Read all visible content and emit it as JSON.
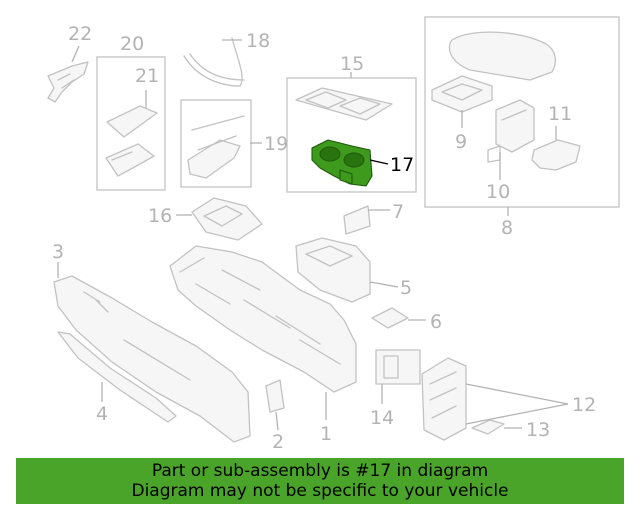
{
  "callouts": {
    "c1": "1",
    "c2": "2",
    "c3": "3",
    "c4": "4",
    "c5": "5",
    "c6": "6",
    "c7": "7",
    "c8": "8",
    "c9": "9",
    "c10": "10",
    "c11": "11",
    "c12": "12",
    "c13": "13",
    "c14": "14",
    "c15": "15",
    "c16": "16",
    "c17": "17",
    "c18": "18",
    "c19": "19",
    "c20": "20",
    "c21": "21",
    "c22": "22"
  },
  "highlighted_part": "17",
  "colors": {
    "highlight": "#3d9a1c",
    "banner": "#4aa42a",
    "line": "#c2c2c2"
  },
  "banner": {
    "line1": "Part or sub-assembly is #17 in diagram",
    "line2": "Diagram may not be specific to your vehicle"
  }
}
